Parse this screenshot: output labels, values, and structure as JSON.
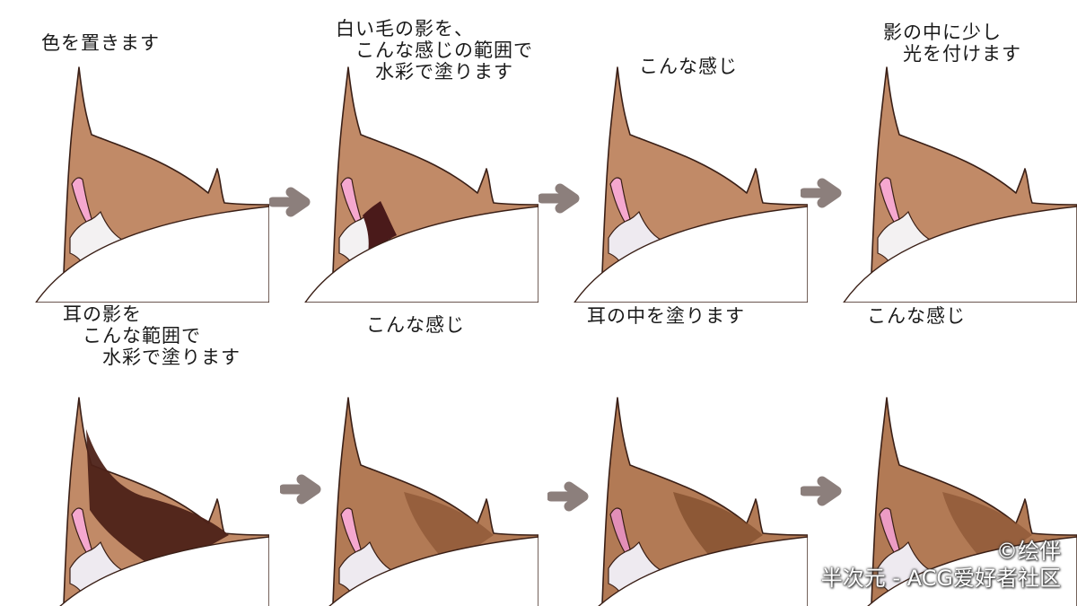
{
  "panels": [
    {
      "caption": "色を置きます",
      "base": "#c18a67",
      "inner": "#f5a8cf",
      "fur": "#f3f1f2",
      "shadow": "none",
      "stage": 1
    },
    {
      "caption": "白い毛の影を、\n　こんな感じの範囲で\n　　水彩で塗ります",
      "base": "#c18a67",
      "inner": "#f5a8cf",
      "fur": "#f3f1f2",
      "shadow": "#4a1a1a",
      "stage": 2
    },
    {
      "caption": "こんな感じ",
      "base": "#c18a67",
      "inner": "#f5a8cf",
      "fur": "#eeeaf0",
      "shadow": "none",
      "stage": 3
    },
    {
      "caption": "影の中に少し\n　光を付けます",
      "base": "#c18a67",
      "inner": "#f5a8cf",
      "fur": "#f3f1f2",
      "shadow": "none",
      "stage": 4
    },
    {
      "caption": "耳の影を\n　こんな範囲で\n　　水彩で塗ります",
      "base": "#c18a67",
      "inner": "#f5a8cf",
      "fur": "#eeeaf0",
      "shadow": "#4d2218",
      "stage": 5
    },
    {
      "caption": "こんな感じ",
      "base": "#b27a55",
      "inner": "#f5a8cf",
      "fur": "#eeeaf0",
      "shadow": "#8a5433",
      "stage": 6
    },
    {
      "caption": "耳の中を塗ります",
      "base": "#b27a55",
      "inner": "#e28fb8",
      "fur": "#eeeaf0",
      "shadow": "#7d4a2a",
      "stage": 7
    },
    {
      "caption": "こんな感じ",
      "base": "#b27a55",
      "inner": "#ec9cc4",
      "fur": "#eeeaf0",
      "shadow": "#8a5433",
      "stage": 8
    }
  ],
  "arrow_icon": "right-arrow-icon",
  "arrow_color": "#8c7f7c",
  "watermark": {
    "line1": "©绘伴",
    "line2": "半次元 - ACG爱好者社区"
  }
}
